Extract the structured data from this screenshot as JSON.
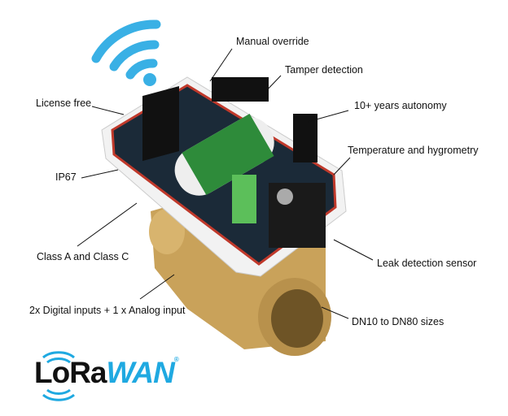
{
  "labels": {
    "manual_override": "Manual override",
    "tamper_detection": "Tamper detection",
    "autonomy": "10+ years autonomy",
    "temperature": "Temperature and hygrometry",
    "license_free": "License free",
    "ip67": "IP67",
    "class": "Class A and Class C",
    "inputs": "2x Digital inputs + 1 x Analog input",
    "leak": "Leak detection sensor",
    "sizes": "DN10 to DN80 sizes"
  },
  "logo": {
    "lora": "LoRa",
    "wan": "WAN",
    "reg": "®"
  },
  "icons": {
    "wifi": "wifi-icon"
  },
  "colors": {
    "accent": "#39b0e5",
    "brass": "#c9a25a",
    "enclosure": "#f2f2f2",
    "seal": "#c0392b"
  }
}
